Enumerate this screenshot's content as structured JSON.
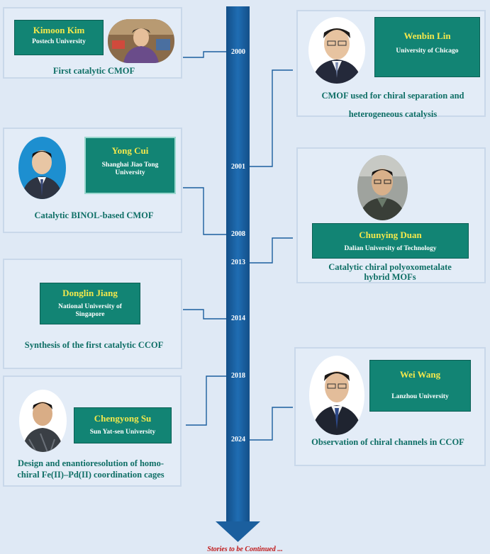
{
  "years": [
    "2000",
    "2001",
    "2008",
    "2013",
    "2014",
    "2018",
    "2024"
  ],
  "entries": {
    "kim": {
      "name": "Kimoon Kim",
      "affiliation": "Postech University",
      "achievement": "First catalytic CMOF"
    },
    "lin": {
      "name": "Wenbin Lin",
      "affiliation": "University of Chicago",
      "achievement": "CMOF used for chiral separation and heterogeneous catalysis"
    },
    "cui": {
      "name": "Yong Cui",
      "affiliation": "Shanghai Jiao Tong University",
      "achievement": "Catalytic BINOL-based CMOF"
    },
    "duan": {
      "name": "Chunying Duan",
      "affiliation": "Dalian University of Technology",
      "achievement": "Catalytic chiral polyoxometalate hybrid MOFs"
    },
    "jiang": {
      "name": "Donglin Jiang",
      "affiliation": "National University of Singapore",
      "achievement": "Synthesis of the first catalytic CCOF"
    },
    "wang": {
      "name": "Wei Wang",
      "affiliation": "Lanzhou University",
      "achievement": "Observation of chiral channels in CCOF"
    },
    "su": {
      "name": "Chengyong Su",
      "affiliation": "Sun Yat-sen University",
      "achievement": "Design and enantioresolution of homo-chiral Fe(II)–Pd(II) coordination cages"
    }
  },
  "footer": "Stories to be Continued ...",
  "colors": {
    "background": "#dfe9f5",
    "timeline": "#1b5f9e",
    "name_box": "#128474",
    "name_text": "#f3e84c",
    "achievement_text": "#0f6f66",
    "footer_text": "#c01717"
  }
}
